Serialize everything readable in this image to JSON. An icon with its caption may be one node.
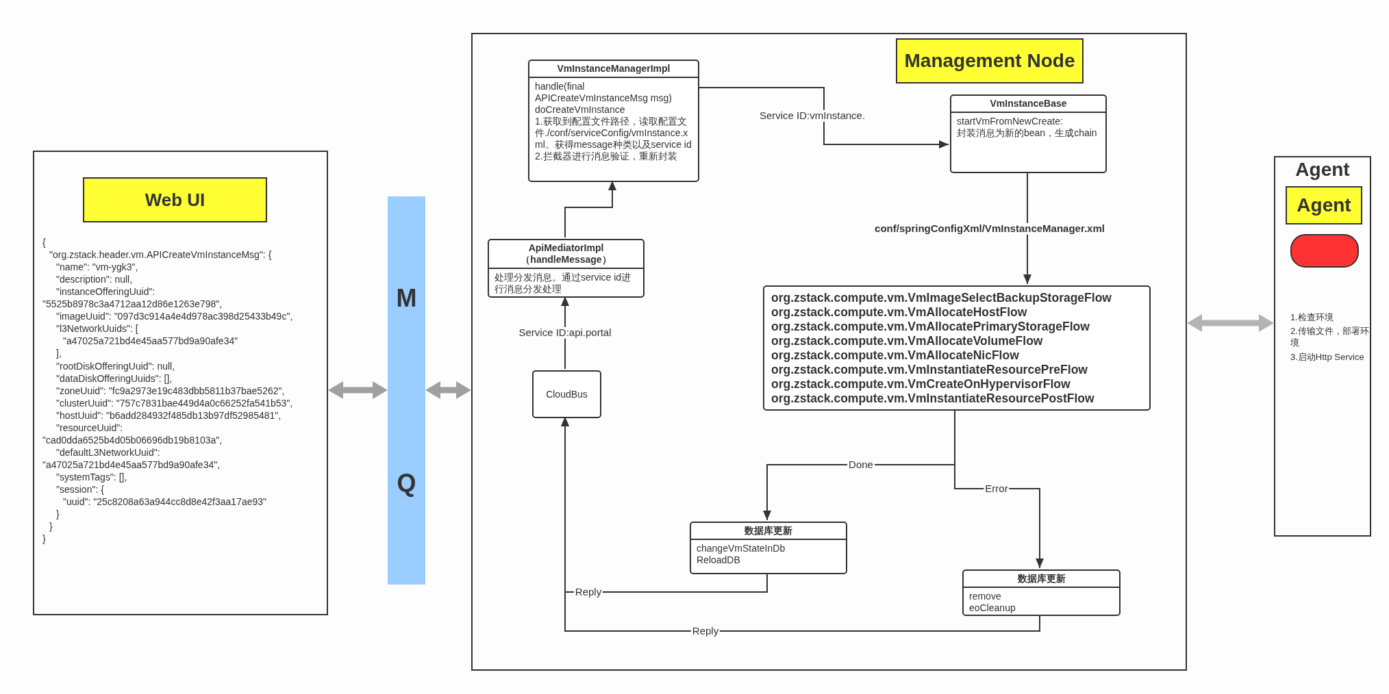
{
  "diagram": {
    "nodes": [
      {
        "text": [
          "{",
          "\"org.zstack.header.vm.APICreateVmInstanceMsg\": {",
          "\"name\": \"vm-ygk3\",",
          "\"description\": null,",
          "\"instanceOfferingUuid\":",
          "\"5525b8978c3a4712aa12d86e1263e798\",",
          "\"imageUuid\": \"097d3c914a4e4d978ac398d25433b49c\",",
          "\"l3NetworkUuids\": [",
          "\"a47025a721bd4e45aa577bd9a90afe34\"",
          "],",
          "\"rootDiskOfferingUuid\": null,",
          "\"dataDiskOfferingUuids\": [],",
          "\"zoneUuid\": \"fc9a2973e19c483dbb5811b37bae5262\",",
          "\"clusterUuid\": \"757c7831bae449d4a0c66252fa541b53\",",
          "\"hostUuid\": \"b6add284932f485db13b97df52985481\",",
          "\"resourceUuid\":",
          "\"cad0dda6525b4d05b06696db19b8103a\",",
          "\"defaultL3NetworkUuid\":",
          "\"a47025a721bd4e45aa577bd9a90afe34\",",
          "\"systemTags\": [],",
          "\"session\": {",
          "\"uuid\": \"25c8208a63a944cc8d8e42f3aa17ae93\"",
          "}",
          "}",
          "}"
        ]
      },
      {
        "text": [
          "Web UI"
        ],
        "in": 0
      },
      {
        "text": [
          "M",
          "Q"
        ]
      },
      {
        "text": [],
        "shape": "box"
      },
      {
        "text": [
          "Management Node"
        ],
        "in": 3
      },
      {
        "text": [
          "VmInstanceManagerImpl",
          "handle(final APICreateVmInstanceMsg msg)",
          "doCreateVmInstance",
          "1.获取到配置文件路径，读取配置文件./conf/serviceConfig/vmInstance.xml。获得message种类以及service id",
          "2.拦截器进行消息验证，重新封装"
        ],
        "in": 3
      },
      {
        "text": [
          "VmInstanceBase",
          "startVmFromNewCreate:",
          "封装消息为新的bean，生成chain"
        ],
        "in": 3
      },
      {
        "text": [
          "ApiMediatorImpl （handleMessage）",
          "处理分发消息。通过service id进行消息分发处理"
        ],
        "in": 3
      },
      {
        "text": [
          "CloudBus"
        ],
        "in": 3
      },
      {
        "text": [
          "org.zstack.compute.vm.VmImageSelectBackupStorageFlow",
          "org.zstack.compute.vm.VmAllocateHostFlow",
          "org.zstack.compute.vm.VmAllocatePrimaryStorageFlow",
          "org.zstack.compute.vm.VmAllocateVolumeFlow",
          "org.zstack.compute.vm.VmAllocateNicFlow",
          "org.zstack.compute.vm.VmInstantiateResourcePreFlow",
          "org.zstack.compute.vm.VmCreateOnHypervisorFlow",
          "org.zstack.compute.vm.VmInstantiateResourcePostFlow"
        ],
        "in": 3
      },
      {
        "text": [
          "数据库更新",
          "changeVmStateInDb",
          "ReloadDB"
        ],
        "in": 3
      },
      {
        "text": [
          "数据库更新",
          "remove",
          "eoCleanup"
        ],
        "in": 3
      },
      {
        "text": [
          "Agent",
          "1.检查环境",
          "2.传输文件，部署环境",
          "3.启动Http Service"
        ]
      },
      {
        "text": [
          "Agent"
        ],
        "in": 12
      },
      {
        "text": [],
        "shape": "box",
        "in": 12
      }
    ],
    "edges": [
      {
        "from": 0,
        "to": 2,
        "arrow": "both",
        "style": "thick",
        "color": "#a0a0a0"
      },
      {
        "from": 2,
        "to": 3,
        "arrow": "both",
        "style": "thick",
        "color": "#a0a0a0"
      },
      {
        "from": 3,
        "to": 12,
        "arrow": "both",
        "style": "thick",
        "color": "#b4b4b4"
      },
      {
        "from": 8,
        "to": 7,
        "arrow": "to",
        "label": "Service ID:api.portal"
      },
      {
        "from": 7,
        "to": 5,
        "arrow": "to"
      },
      {
        "from": 5,
        "to": 6,
        "arrow": "to",
        "label": "Service ID:vmInstance."
      },
      {
        "from": 6,
        "to": 9,
        "arrow": "to",
        "label": "conf/springConfigXml/VmInstanceManager.xml"
      },
      {
        "from": 9,
        "to": 10,
        "arrow": "to",
        "label": "Done"
      },
      {
        "from": 9,
        "to": 11,
        "arrow": "to",
        "label": "Error"
      },
      {
        "from": 10,
        "to": 8,
        "arrow": "to",
        "label": "Reply"
      },
      {
        "from": 11,
        "to": 8,
        "arrow": "to",
        "label": "Reply"
      }
    ]
  }
}
